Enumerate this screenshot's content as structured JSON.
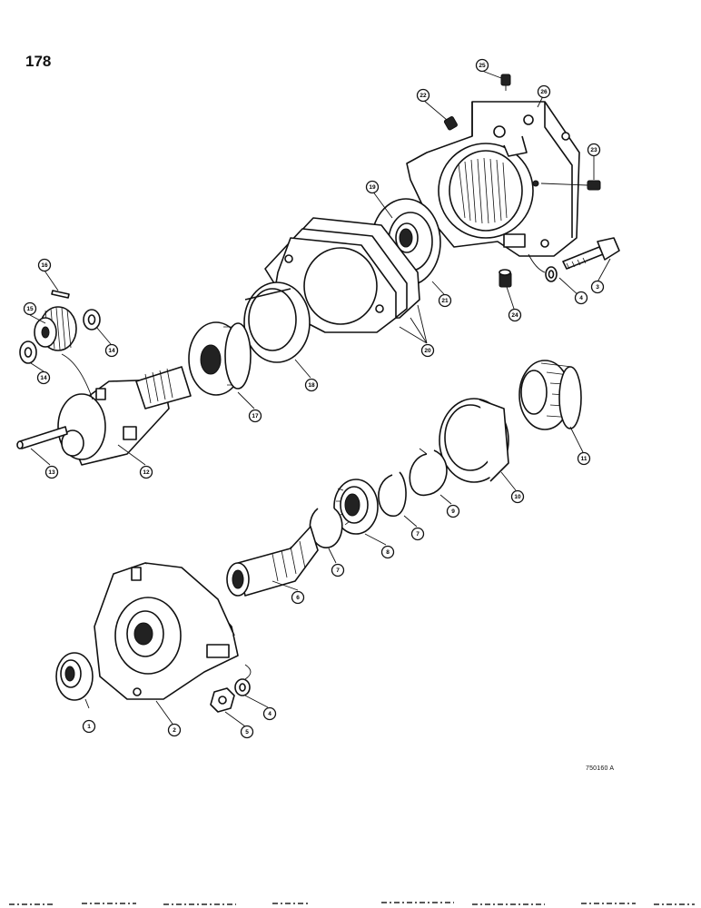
{
  "page": {
    "number": "178",
    "drawing_code": "750160 A"
  },
  "callouts": [
    {
      "id": "c1",
      "label": "1"
    },
    {
      "id": "c2",
      "label": "2"
    },
    {
      "id": "c3",
      "label": "3"
    },
    {
      "id": "c4a",
      "label": "4"
    },
    {
      "id": "c4b",
      "label": "4"
    },
    {
      "id": "c5",
      "label": "5"
    },
    {
      "id": "c6",
      "label": "6"
    },
    {
      "id": "c7a",
      "label": "7"
    },
    {
      "id": "c7b",
      "label": "7"
    },
    {
      "id": "c8",
      "label": "8"
    },
    {
      "id": "c9",
      "label": "9"
    },
    {
      "id": "c10",
      "label": "10"
    },
    {
      "id": "c11",
      "label": "11"
    },
    {
      "id": "c12",
      "label": "12"
    },
    {
      "id": "c13",
      "label": "13"
    },
    {
      "id": "c14a",
      "label": "14"
    },
    {
      "id": "c14b",
      "label": "14"
    },
    {
      "id": "c15",
      "label": "15"
    },
    {
      "id": "c16",
      "label": "16"
    },
    {
      "id": "c17",
      "label": "17"
    },
    {
      "id": "c18",
      "label": "18"
    },
    {
      "id": "c19",
      "label": "19"
    },
    {
      "id": "c20",
      "label": "20"
    },
    {
      "id": "c21",
      "label": "21"
    },
    {
      "id": "c22",
      "label": "22"
    },
    {
      "id": "c23",
      "label": "23"
    },
    {
      "id": "c24",
      "label": "24"
    },
    {
      "id": "c25",
      "label": "25"
    },
    {
      "id": "c26",
      "label": "26"
    }
  ]
}
